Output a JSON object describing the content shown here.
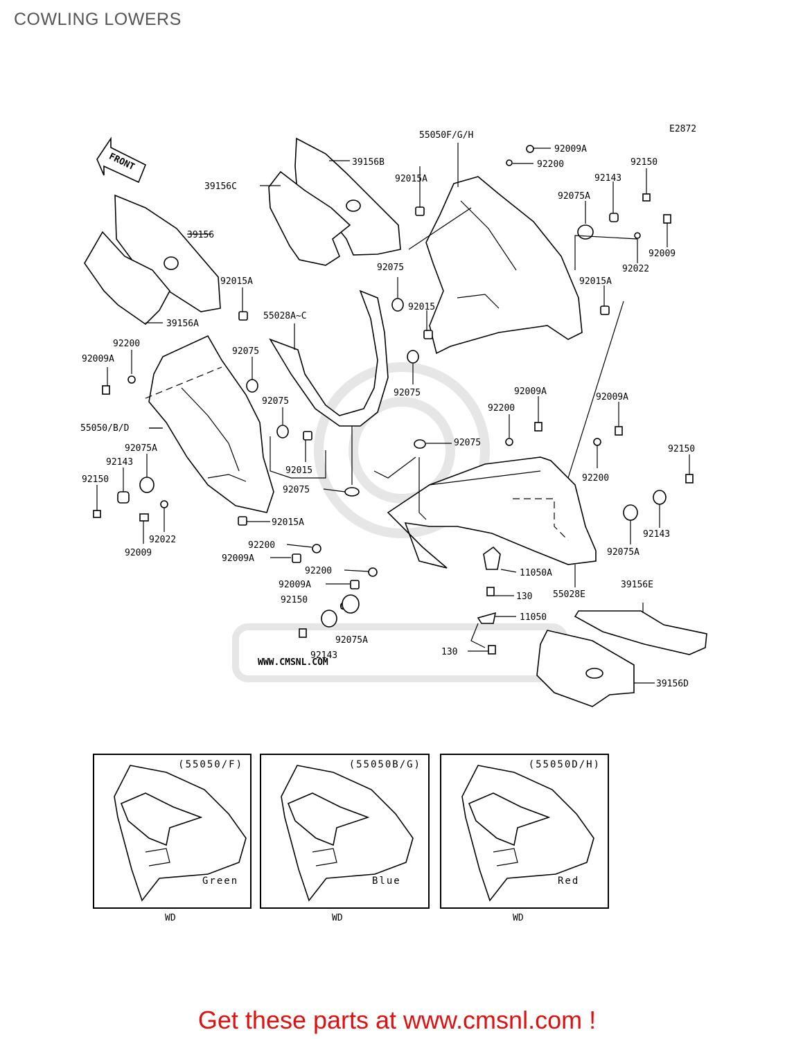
{
  "page": {
    "title": "COWLING LOWERS"
  },
  "diagram": {
    "ref_code": "E2872",
    "front_label": "FRONT",
    "watermark": {
      "brand": "CMS",
      "url": "WWW.CMSNL.COM"
    },
    "callouts": [
      "55050F/G/H",
      "92009A",
      "92200",
      "92150",
      "92143",
      "92075A",
      "92009",
      "92022",
      "92015A",
      "39156B",
      "39156C",
      "39156",
      "39156A",
      "92015A",
      "92075",
      "92015",
      "55028A~C",
      "92200",
      "92009A",
      "92075",
      "55050/B/D",
      "92075A",
      "92143",
      "92150",
      "92009",
      "92022",
      "92075",
      "92015",
      "92075",
      "92015A",
      "92075",
      "92075",
      "92009A",
      "92200",
      "92009A",
      "92200",
      "92150",
      "92143",
      "92075A",
      "92200",
      "92009A",
      "92200",
      "92009A",
      "92150",
      "92143",
      "92075A",
      "11050A",
      "130",
      "55028E",
      "39156E",
      "11050",
      "130",
      "39156D",
      "92015A"
    ]
  },
  "variants": [
    {
      "code": "(55050/F)",
      "color": "Green",
      "note": "WD"
    },
    {
      "code": "(55050B/G)",
      "color": "Blue",
      "note": "WD"
    },
    {
      "code": "(55050D/H)",
      "color": "Red",
      "note": "WD"
    }
  ],
  "footer": {
    "text": "Get these parts at www.cmsnl.com !"
  },
  "colors": {
    "footer": "#e01010",
    "title": "#555555",
    "watermark": "#e4e4e4"
  }
}
